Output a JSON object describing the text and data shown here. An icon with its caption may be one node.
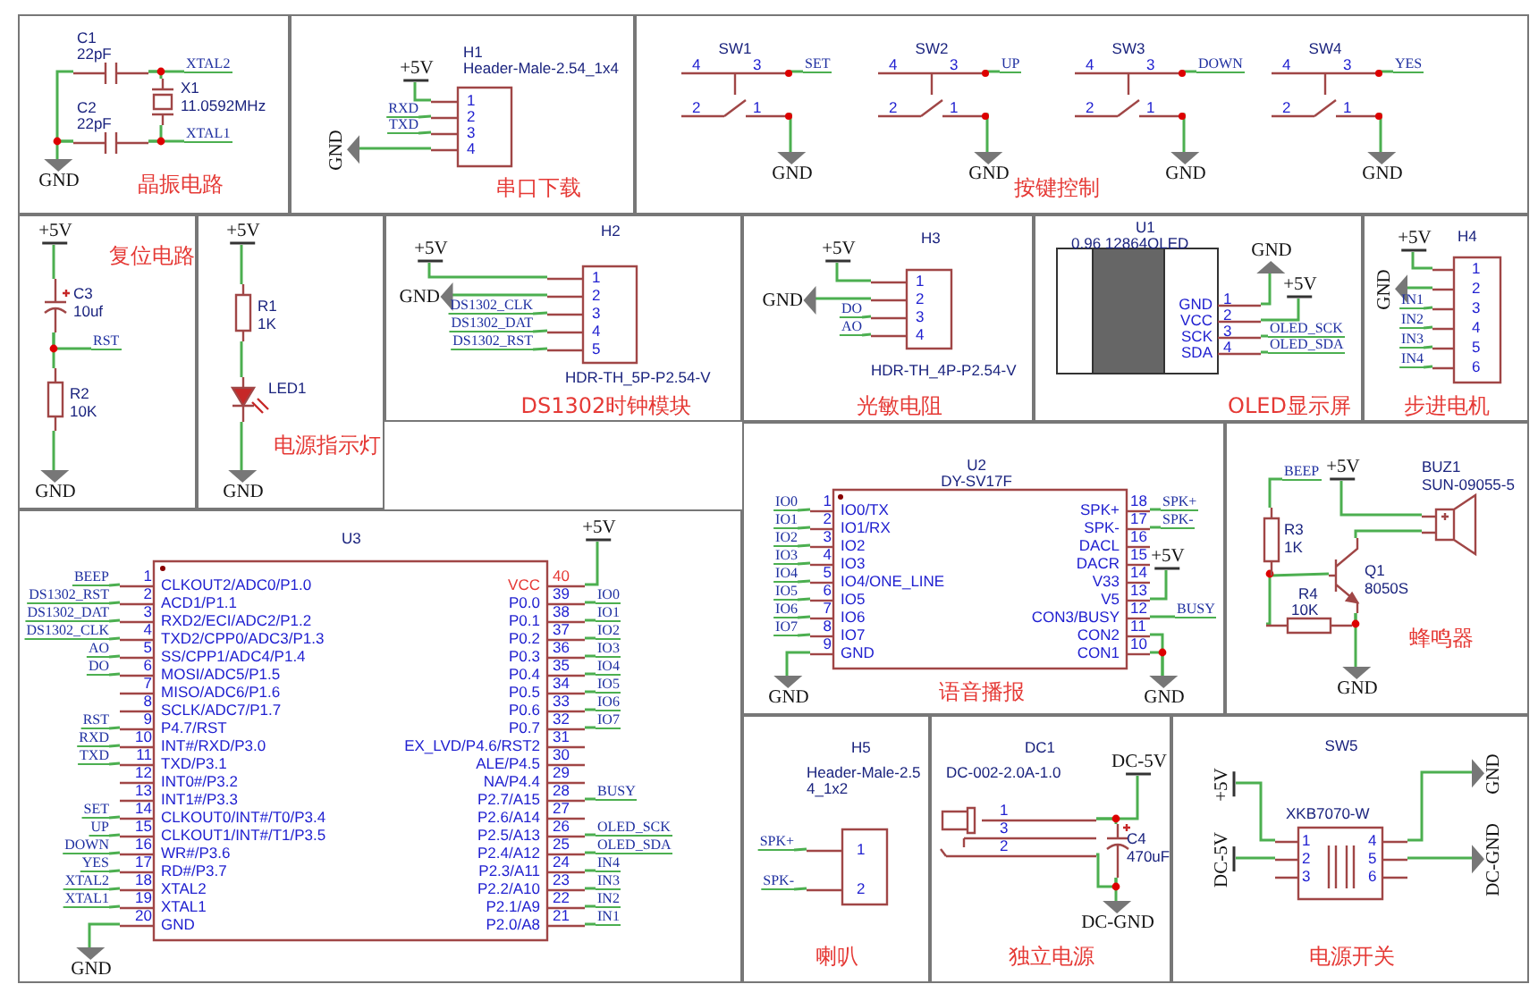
{
  "diagram": {
    "nodes": [
      {
        "text": [
          "晶振电路"
        ]
      },
      {
        "text": [
          "C1",
          "22pF"
        ],
        "in": 0
      },
      {
        "text": [
          "C2",
          "22pF"
        ],
        "in": 0
      },
      {
        "text": [
          "X1",
          "11.0592MHz"
        ],
        "in": 0
      },
      {
        "text": [
          "串口下载"
        ]
      },
      {
        "text": [
          "H1",
          "Header-Male-2.54_1x4",
          "1",
          "2",
          "3",
          "4"
        ],
        "in": 4
      },
      {
        "text": [
          "按键控制"
        ]
      },
      {
        "text": [
          "SW1",
          "4",
          "3",
          "2",
          "1"
        ],
        "in": 6
      },
      {
        "text": [
          "SW2",
          "4",
          "3",
          "2",
          "1"
        ],
        "in": 6
      },
      {
        "text": [
          "SW3",
          "4",
          "3",
          "2",
          "1"
        ],
        "in": 6
      },
      {
        "text": [
          "SW4",
          "4",
          "3",
          "2",
          "1"
        ],
        "in": 6
      },
      {
        "text": [
          "复位电路"
        ]
      },
      {
        "text": [
          "C3",
          "10uf"
        ],
        "in": 11
      },
      {
        "text": [
          "R2",
          "10K"
        ],
        "in": 11
      },
      {
        "text": [
          "电源指示灯"
        ]
      },
      {
        "text": [
          "R1",
          "1K"
        ],
        "in": 14
      },
      {
        "text": [
          "LED1"
        ],
        "in": 14
      },
      {
        "text": [
          "DS1302时钟模块"
        ]
      },
      {
        "text": [
          "H2",
          "HDR-TH_5P-P2.54-V",
          "1",
          "2",
          "3",
          "4",
          "5"
        ],
        "in": 17
      },
      {
        "text": [
          "光敏电阻"
        ]
      },
      {
        "text": [
          "H3",
          "HDR-TH_4P-P2.54-V",
          "1",
          "2",
          "3",
          "4"
        ],
        "in": 19
      },
      {
        "text": [
          "OLED显示屏"
        ]
      },
      {
        "text": [
          "U1",
          "0.96 12864OLED",
          "GND",
          "VCC",
          "SCK",
          "SDA",
          "1",
          "2",
          "3",
          "4"
        ],
        "in": 21
      },
      {
        "text": [
          "步进电机"
        ]
      },
      {
        "text": [
          "H4",
          "1",
          "2",
          "3",
          "4",
          "5",
          "6"
        ],
        "in": 23
      },
      {
        "text": [],
        "shape": "box"
      },
      {
        "text": [
          "U3",
          "CLKOUT2/ADC0/P1.0",
          "ACD1/P1.1",
          "RXD2/ECI/ADC2/P1.2",
          "TXD2/CPP0/ADC3/P1.3",
          "SS/CPP1/ADC4/P1.4",
          "MOSI/ADC5/P1.5",
          "MISO/ADC6/P1.6",
          "SCLK/ADC7/P1.7",
          "P4.7/RST",
          "INT#/RXD/P3.0",
          "TXD/P3.1",
          "INT0#/P3.2",
          "INT1#/P3.3",
          "CLKOUT0/INT#/T0/P3.4",
          "CLKOUT1/INT#/T1/P3.5",
          "WR#/P3.6",
          "RD#/P3.7",
          "XTAL2",
          "XTAL1",
          "GND",
          "VCC",
          "P0.0",
          "P0.1",
          "P0.2",
          "P0.3",
          "P0.4",
          "P0.5",
          "P0.6",
          "P0.7",
          "EX_LVD/P4.6/RST2",
          "ALE/P4.5",
          "NA/P4.4",
          "P2.7/A15",
          "P2.6/A14",
          "P2.5/A13",
          "P2.4/A12",
          "P2.3/A11",
          "P2.2/A10",
          "P2.1/A9",
          "P2.0/A8",
          "1",
          "2",
          "3",
          "4",
          "5",
          "6",
          "7",
          "8",
          "9",
          "10",
          "11",
          "12",
          "13",
          "14",
          "15",
          "16",
          "17",
          "18",
          "19",
          "20",
          "40",
          "39",
          "38",
          "37",
          "36",
          "35",
          "34",
          "33",
          "32",
          "31",
          "30",
          "29",
          "28",
          "27",
          "26",
          "25",
          "24",
          "23",
          "22",
          "21"
        ],
        "in": 25
      },
      {
        "text": [
          "语音播报"
        ]
      },
      {
        "text": [
          "U2",
          "DY-SV17F",
          "IO0/TX",
          "IO1/RX",
          "IO2",
          "IO3",
          "IO4/ONE_LINE",
          "IO5",
          "IO6",
          "IO7",
          "GND",
          "SPK+",
          "SPK-",
          "DACL",
          "DACR",
          "V33",
          "V5",
          "CON3/BUSY",
          "CON2",
          "CON1",
          "1",
          "2",
          "3",
          "4",
          "5",
          "6",
          "7",
          "8",
          "9",
          "18",
          "17",
          "16",
          "15",
          "14",
          "13",
          "12",
          "11",
          "10"
        ],
        "in": 27
      },
      {
        "text": [
          "蜂鸣器"
        ]
      },
      {
        "text": [
          "R3",
          "1K"
        ],
        "in": 29
      },
      {
        "text": [
          "R4",
          "10K"
        ],
        "in": 29
      },
      {
        "text": [
          "Q1",
          "8050S"
        ],
        "in": 29
      },
      {
        "text": [
          "BUZ1",
          "SUN-09055-5"
        ],
        "in": 29
      },
      {
        "text": [
          "喇叭"
        ]
      },
      {
        "text": [
          "H5",
          "Header-Male-2.54_1x2",
          "1",
          "2"
        ],
        "in": 34
      },
      {
        "text": [
          "独立电源"
        ]
      },
      {
        "text": [
          "DC1",
          "DC-002-2.0A-1.0",
          "1",
          "3",
          "2"
        ],
        "in": 36
      },
      {
        "text": [
          "C4",
          "470uF"
        ],
        "in": 36
      },
      {
        "text": [
          "电源开关"
        ]
      },
      {
        "text": [
          "SW5",
          "XKB7070-W",
          "1",
          "2",
          "3",
          "4",
          "5",
          "6"
        ],
        "in": 39
      },
      {
        "text": [
          "XTAL2"
        ],
        "in": 0
      },
      {
        "text": [
          "XTAL1"
        ],
        "in": 0
      },
      {
        "text": [
          "GND"
        ],
        "in": 0
      },
      {
        "text": [
          "+5V"
        ],
        "in": 4
      },
      {
        "text": [
          "RXD"
        ],
        "in": 4
      },
      {
        "text": [
          "TXD"
        ],
        "in": 4
      },
      {
        "text": [
          "GND"
        ],
        "in": 4
      },
      {
        "text": [
          "SET"
        ],
        "in": 6
      },
      {
        "text": [
          "UP"
        ],
        "in": 6
      },
      {
        "text": [
          "DOWN"
        ],
        "in": 6
      },
      {
        "text": [
          "YES"
        ],
        "in": 6
      },
      {
        "text": [
          "GND"
        ],
        "in": 6
      },
      {
        "text": [
          "GND"
        ],
        "in": 6
      },
      {
        "text": [
          "GND"
        ],
        "in": 6
      },
      {
        "text": [
          "GND"
        ],
        "in": 6
      },
      {
        "text": [
          "+5V"
        ],
        "in": 11
      },
      {
        "text": [
          "RST"
        ],
        "in": 11
      },
      {
        "text": [
          "GND"
        ],
        "in": 11
      },
      {
        "text": [
          "+5V"
        ],
        "in": 14
      },
      {
        "text": [
          "GND"
        ],
        "in": 14
      },
      {
        "text": [
          "+5V"
        ],
        "in": 17
      },
      {
        "text": [
          "GND"
        ],
        "in": 17
      },
      {
        "text": [
          "DS1302_CLK"
        ],
        "in": 17
      },
      {
        "text": [
          "DS1302_DAT"
        ],
        "in": 17
      },
      {
        "text": [
          "DS1302_RST"
        ],
        "in": 17
      },
      {
        "text": [
          "+5V"
        ],
        "in": 19
      },
      {
        "text": [
          "GND"
        ],
        "in": 19
      },
      {
        "text": [
          "DO"
        ],
        "in": 19
      },
      {
        "text": [
          "AO"
        ],
        "in": 19
      },
      {
        "text": [
          "GND"
        ],
        "in": 21
      },
      {
        "text": [
          "+5V"
        ],
        "in": 21
      },
      {
        "text": [
          "OLED_SCK"
        ],
        "in": 21
      },
      {
        "text": [
          "OLED_SDA"
        ],
        "in": 21
      },
      {
        "text": [
          "+5V"
        ],
        "in": 23
      },
      {
        "text": [
          "GND"
        ],
        "in": 23
      },
      {
        "text": [
          "IN1"
        ],
        "in": 23
      },
      {
        "text": [
          "IN2"
        ],
        "in": 23
      },
      {
        "text": [
          "IN3"
        ],
        "in": 23
      },
      {
        "text": [
          "IN4"
        ],
        "in": 23
      },
      {
        "text": [
          "BEEP"
        ],
        "in": 25
      },
      {
        "text": [
          "DS1302_RST"
        ],
        "in": 25
      },
      {
        "text": [
          "DS1302_DAT"
        ],
        "in": 25
      },
      {
        "text": [
          "DS1302_CLK"
        ],
        "in": 25
      },
      {
        "text": [
          "AO"
        ],
        "in": 25
      },
      {
        "text": [
          "DO"
        ],
        "in": 25
      },
      {
        "text": [
          "RST"
        ],
        "in": 25
      },
      {
        "text": [
          "RXD"
        ],
        "in": 25
      },
      {
        "text": [
          "TXD"
        ],
        "in": 25
      },
      {
        "text": [
          "SET"
        ],
        "in": 25
      },
      {
        "text": [
          "UP"
        ],
        "in": 25
      },
      {
        "text": [
          "DOWN"
        ],
        "in": 25
      },
      {
        "text": [
          "YES"
        ],
        "in": 25
      },
      {
        "text": [
          "XTAL2"
        ],
        "in": 25
      },
      {
        "text": [
          "XTAL1"
        ],
        "in": 25
      },
      {
        "text": [
          "GND"
        ],
        "in": 25
      },
      {
        "text": [
          "+5V"
        ],
        "in": 25
      },
      {
        "text": [
          "IO0"
        ],
        "in": 25
      },
      {
        "text": [
          "IO1"
        ],
        "in": 25
      },
      {
        "text": [
          "IO2"
        ],
        "in": 25
      },
      {
        "text": [
          "IO3"
        ],
        "in": 25
      },
      {
        "text": [
          "IO4"
        ],
        "in": 25
      },
      {
        "text": [
          "IO5"
        ],
        "in": 25
      },
      {
        "text": [
          "IO6"
        ],
        "in": 25
      },
      {
        "text": [
          "IO7"
        ],
        "in": 25
      },
      {
        "text": [
          "BUSY"
        ],
        "in": 25
      },
      {
        "text": [
          "OLED_SCK"
        ],
        "in": 25
      },
      {
        "text": [
          "OLED_SDA"
        ],
        "in": 25
      },
      {
        "text": [
          "IN4"
        ],
        "in": 25
      },
      {
        "text": [
          "IN3"
        ],
        "in": 25
      },
      {
        "text": [
          "IN2"
        ],
        "in": 25
      },
      {
        "text": [
          "IN1"
        ],
        "in": 25
      },
      {
        "text": [
          "IO0"
        ],
        "in": 27
      },
      {
        "text": [
          "IO1"
        ],
        "in": 27
      },
      {
        "text": [
          "IO2"
        ],
        "in": 27
      },
      {
        "text": [
          "IO3"
        ],
        "in": 27
      },
      {
        "text": [
          "IO4"
        ],
        "in": 27
      },
      {
        "text": [
          "IO5"
        ],
        "in": 27
      },
      {
        "text": [
          "IO6"
        ],
        "in": 27
      },
      {
        "text": [
          "IO7"
        ],
        "in": 27
      },
      {
        "text": [
          "GND"
        ],
        "in": 27
      },
      {
        "text": [
          "SPK+"
        ],
        "in": 27
      },
      {
        "text": [
          "SPK-"
        ],
        "in": 27
      },
      {
        "text": [
          "+5V"
        ],
        "in": 27
      },
      {
        "text": [
          "BUSY"
        ],
        "in": 27
      },
      {
        "text": [
          "GND"
        ],
        "in": 27
      },
      {
        "text": [
          "BEEP"
        ],
        "in": 29
      },
      {
        "text": [
          "+5V"
        ],
        "in": 29
      },
      {
        "text": [
          "GND"
        ],
        "in": 29
      },
      {
        "text": [
          "SPK+"
        ],
        "in": 34
      },
      {
        "text": [
          "SPK-"
        ],
        "in": 34
      },
      {
        "text": [
          "DC-5V"
        ],
        "in": 36
      },
      {
        "text": [
          "DC-GND"
        ],
        "in": 36
      },
      {
        "text": [
          "+5V"
        ],
        "in": 39
      },
      {
        "text": [
          "DC-5V"
        ],
        "in": 39
      },
      {
        "text": [
          "GND"
        ],
        "in": 39
      },
      {
        "text": [
          "DC-GND"
        ],
        "in": 39
      }
    ],
    "edges": [
      {
        "from": 1,
        "to": 3,
        "arrow": "none"
      },
      {
        "from": 2,
        "to": 3,
        "arrow": "none"
      },
      {
        "from": 1,
        "to": 2,
        "arrow": "none"
      },
      {
        "from": 12,
        "to": 13,
        "arrow": "none"
      },
      {
        "from": 15,
        "to": 16,
        "arrow": "none"
      },
      {
        "from": 30,
        "to": 32,
        "arrow": "none"
      },
      {
        "from": 30,
        "to": 31,
        "arrow": "none"
      },
      {
        "from": 31,
        "to": 32,
        "arrow": "none"
      },
      {
        "from": 32,
        "to": 33,
        "arrow": "none"
      },
      {
        "from": 37,
        "to": 38,
        "arrow": "none"
      },
      {
        "from": 37,
        "to": 38,
        "arrow": "none"
      },
      {
        "from": 1,
        "to": 41,
        "arrow": "none"
      },
      {
        "from": 2,
        "to": 42,
        "arrow": "none"
      },
      {
        "from": 2,
        "to": 43,
        "arrow": "none"
      },
      {
        "from": 5,
        "to": 44,
        "arrow": "none"
      },
      {
        "from": 5,
        "to": 45,
        "arrow": "none"
      },
      {
        "from": 5,
        "to": 46,
        "arrow": "none"
      },
      {
        "from": 5,
        "to": 47,
        "arrow": "none"
      },
      {
        "from": 7,
        "to": 48,
        "arrow": "none"
      },
      {
        "from": 8,
        "to": 49,
        "arrow": "none"
      },
      {
        "from": 9,
        "to": 50,
        "arrow": "none"
      },
      {
        "from": 10,
        "to": 51,
        "arrow": "none"
      },
      {
        "from": 7,
        "to": 52,
        "arrow": "none"
      },
      {
        "from": 8,
        "to": 53,
        "arrow": "none"
      },
      {
        "from": 9,
        "to": 54,
        "arrow": "none"
      },
      {
        "from": 10,
        "to": 55,
        "arrow": "none"
      },
      {
        "from": 12,
        "to": 56,
        "arrow": "none"
      },
      {
        "from": 12,
        "to": 57,
        "arrow": "none"
      },
      {
        "from": 13,
        "to": 58,
        "arrow": "none"
      },
      {
        "from": 15,
        "to": 59,
        "arrow": "none"
      },
      {
        "from": 16,
        "to": 60,
        "arrow": "none"
      },
      {
        "from": 18,
        "to": 61,
        "arrow": "none"
      },
      {
        "from": 18,
        "to": 62,
        "arrow": "none"
      },
      {
        "from": 18,
        "to": 63,
        "arrow": "none"
      },
      {
        "from": 18,
        "to": 64,
        "arrow": "none"
      },
      {
        "from": 18,
        "to": 65,
        "arrow": "none"
      },
      {
        "from": 20,
        "to": 66,
        "arrow": "none"
      },
      {
        "from": 20,
        "to": 67,
        "arrow": "none"
      },
      {
        "from": 20,
        "to": 68,
        "arrow": "none"
      },
      {
        "from": 20,
        "to": 69,
        "arrow": "none"
      },
      {
        "from": 22,
        "to": 70,
        "arrow": "none"
      },
      {
        "from": 22,
        "to": 71,
        "arrow": "none"
      },
      {
        "from": 22,
        "to": 72,
        "arrow": "none"
      },
      {
        "from": 22,
        "to": 73,
        "arrow": "none"
      },
      {
        "from": 24,
        "to": 74,
        "arrow": "none"
      },
      {
        "from": 24,
        "to": 75,
        "arrow": "none"
      },
      {
        "from": 24,
        "to": 76,
        "arrow": "none"
      },
      {
        "from": 24,
        "to": 77,
        "arrow": "none"
      },
      {
        "from": 24,
        "to": 78,
        "arrow": "none"
      },
      {
        "from": 24,
        "to": 79,
        "arrow": "none"
      },
      {
        "from": 26,
        "to": 80,
        "arrow": "none"
      },
      {
        "from": 26,
        "to": 81,
        "arrow": "none"
      },
      {
        "from": 26,
        "to": 82,
        "arrow": "none"
      },
      {
        "from": 26,
        "to": 83,
        "arrow": "none"
      },
      {
        "from": 26,
        "to": 84,
        "arrow": "none"
      },
      {
        "from": 26,
        "to": 85,
        "arrow": "none"
      },
      {
        "from": 26,
        "to": 86,
        "arrow": "none"
      },
      {
        "from": 26,
        "to": 87,
        "arrow": "none"
      },
      {
        "from": 26,
        "to": 88,
        "arrow": "none"
      },
      {
        "from": 26,
        "to": 89,
        "arrow": "none"
      },
      {
        "from": 26,
        "to": 90,
        "arrow": "none"
      },
      {
        "from": 26,
        "to": 91,
        "arrow": "none"
      },
      {
        "from": 26,
        "to": 92,
        "arrow": "none"
      },
      {
        "from": 26,
        "to": 93,
        "arrow": "none"
      },
      {
        "from": 26,
        "to": 94,
        "arrow": "none"
      },
      {
        "from": 26,
        "to": 95,
        "arrow": "none"
      },
      {
        "from": 26,
        "to": 96,
        "arrow": "none"
      },
      {
        "from": 26,
        "to": 97,
        "arrow": "none"
      },
      {
        "from": 26,
        "to": 98,
        "arrow": "none"
      },
      {
        "from": 26,
        "to": 99,
        "arrow": "none"
      },
      {
        "from": 26,
        "to": 100,
        "arrow": "none"
      },
      {
        "from": 26,
        "to": 101,
        "arrow": "none"
      },
      {
        "from": 26,
        "to": 102,
        "arrow": "none"
      },
      {
        "from": 26,
        "to": 103,
        "arrow": "none"
      },
      {
        "from": 26,
        "to": 104,
        "arrow": "none"
      },
      {
        "from": 26,
        "to": 105,
        "arrow": "none"
      },
      {
        "from": 26,
        "to": 106,
        "arrow": "none"
      },
      {
        "from": 26,
        "to": 107,
        "arrow": "none"
      },
      {
        "from": 26,
        "to": 108,
        "arrow": "none"
      },
      {
        "from": 26,
        "to": 109,
        "arrow": "none"
      },
      {
        "from": 26,
        "to": 110,
        "arrow": "none"
      },
      {
        "from": 26,
        "to": 111,
        "arrow": "none"
      },
      {
        "from": 28,
        "to": 112,
        "arrow": "none"
      },
      {
        "from": 28,
        "to": 113,
        "arrow": "none"
      },
      {
        "from": 28,
        "to": 114,
        "arrow": "none"
      },
      {
        "from": 28,
        "to": 115,
        "arrow": "none"
      },
      {
        "from": 28,
        "to": 116,
        "arrow": "none"
      },
      {
        "from": 28,
        "to": 117,
        "arrow": "none"
      },
      {
        "from": 28,
        "to": 118,
        "arrow": "none"
      },
      {
        "from": 28,
        "to": 119,
        "arrow": "none"
      },
      {
        "from": 28,
        "to": 120,
        "arrow": "none"
      },
      {
        "from": 28,
        "to": 121,
        "arrow": "none"
      },
      {
        "from": 28,
        "to": 122,
        "arrow": "none"
      },
      {
        "from": 28,
        "to": 123,
        "arrow": "none"
      },
      {
        "from": 28,
        "to": 124,
        "arrow": "none"
      },
      {
        "from": 28,
        "to": 125,
        "arrow": "none"
      },
      {
        "from": 28,
        "to": 125,
        "arrow": "none"
      },
      {
        "from": 30,
        "to": 126,
        "arrow": "none"
      },
      {
        "from": 33,
        "to": 127,
        "arrow": "none"
      },
      {
        "from": 32,
        "to": 128,
        "arrow": "none"
      },
      {
        "from": 35,
        "to": 129,
        "arrow": "none"
      },
      {
        "from": 35,
        "to": 130,
        "arrow": "none"
      },
      {
        "from": 37,
        "to": 131,
        "arrow": "none"
      },
      {
        "from": 38,
        "to": 132,
        "arrow": "none"
      },
      {
        "from": 40,
        "to": 133,
        "arrow": "none"
      },
      {
        "from": 40,
        "to": 134,
        "arrow": "none"
      },
      {
        "from": 40,
        "to": 135,
        "arrow": "none"
      },
      {
        "from": 40,
        "to": 136,
        "arrow": "none"
      }
    ]
  }
}
